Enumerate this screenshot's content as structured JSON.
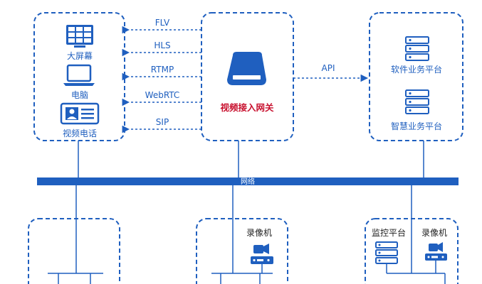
{
  "colors": {
    "primary": "#1f5fbf",
    "accent_red": "#c8102e",
    "text": "#222222",
    "background": "#ffffff"
  },
  "devices_left": {
    "big_screen": "大屏幕",
    "computer": "电脑",
    "video_phone": "视频电话"
  },
  "gateway": {
    "label": "视频接入网关"
  },
  "protocols": {
    "flv": "FLV",
    "hls": "HLS",
    "rtmp": "RTMP",
    "webrtc": "WebRTC",
    "sip": "SIP"
  },
  "api_label": "API",
  "platforms_right": {
    "software": "软件业务平台",
    "smart": "智慧业务平台"
  },
  "network_bus": {
    "label": "网络"
  },
  "bottom_middle": {
    "recorder": "录像机"
  },
  "bottom_right": {
    "monitor_platform": "监控平台",
    "recorder": "录像机"
  }
}
